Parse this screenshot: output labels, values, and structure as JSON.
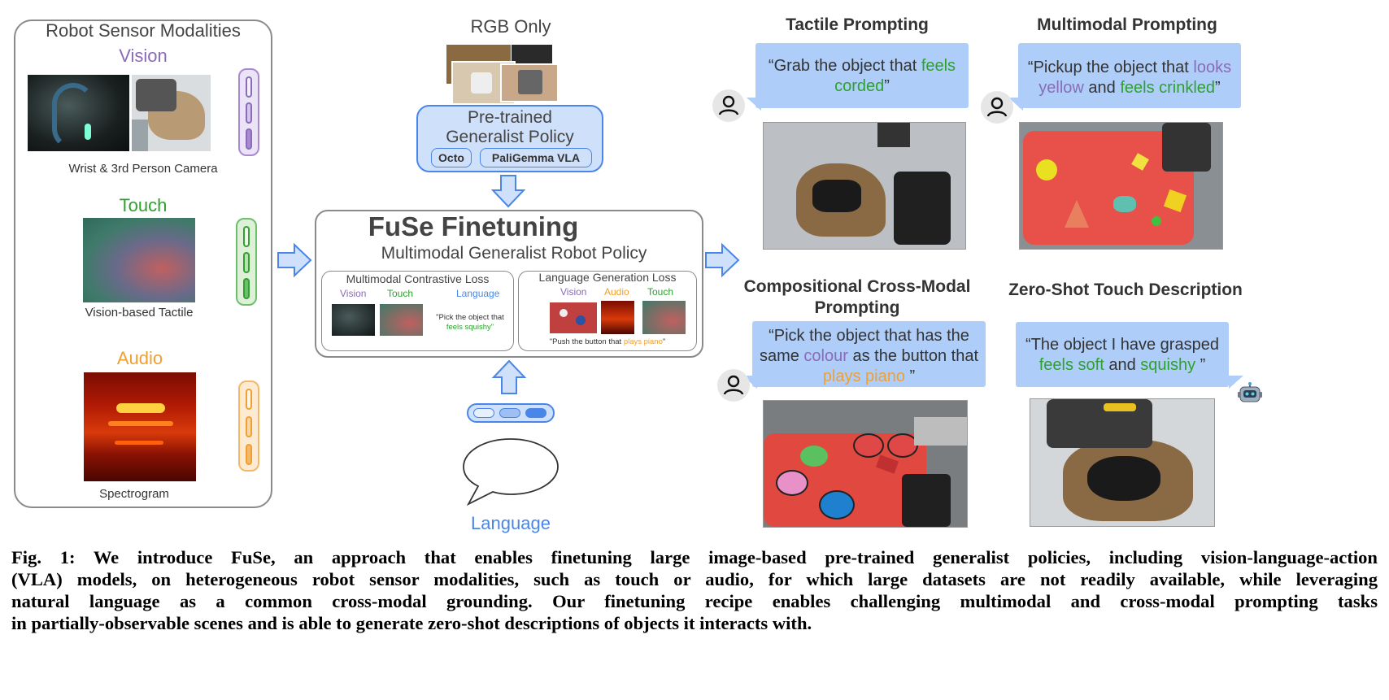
{
  "left_panel": {
    "title": "Robot Sensor Modalities",
    "vision": {
      "label": "Vision",
      "caption": "Wrist & 3rd Person Camera",
      "color": "#8a6bb8"
    },
    "touch": {
      "label": "Touch",
      "caption": "Vision-based Tactile",
      "color": "#2ea12e"
    },
    "audio": {
      "label": "Audio",
      "caption": "Spectrogram",
      "color": "#f0a030"
    }
  },
  "center": {
    "rgb_label": "RGB Only",
    "pretrained": {
      "line1": "Pre-trained",
      "line2": "Generalist Policy",
      "tags": [
        "Octo",
        "PaliGemma VLA"
      ]
    },
    "fuse": {
      "title": "FuSe Finetuning",
      "subtitle": "Multimodal Generalist Robot Policy",
      "contrastive": {
        "title": "Multimodal Contrastive Loss",
        "labels": [
          "Vision",
          "Touch",
          "Language"
        ],
        "quote_line1": "\"Pick the object that",
        "quote_line2": "feels squishy\""
      },
      "generation": {
        "title": "Language Generation Loss",
        "labels": [
          "Vision",
          "Audio",
          "Touch"
        ],
        "quote_prefix": "\"Push the button that ",
        "quote_highlight": "plays piano",
        "quote_suffix": "\""
      }
    },
    "language_label": "Language"
  },
  "right": {
    "tactile": {
      "heading": "Tactile Prompting",
      "quote_prefix": "“Grab the object that ",
      "quote_green": "feels",
      "quote_green2": "corded",
      "quote_suffix": "”"
    },
    "multimodal": {
      "heading": "Multimodal Prompting",
      "q1": "“Pickup the object that ",
      "q_purple1": "looks",
      "q_purple2": "yellow",
      "q_mid": " and ",
      "q_green": "feels crinkled",
      "q_end": "”"
    },
    "compositional": {
      "heading_line1": "Compositional Cross-Modal",
      "heading_line2": "Prompting",
      "l1": "“Pick the object that has the",
      "l2a": "same ",
      "l2_purple": "colour",
      "l2b": " as the button that",
      "l3_orange": "plays piano",
      "l3_end": " ”"
    },
    "zeroshot": {
      "heading": "Zero-Shot Touch Description",
      "l1": "“The object I have grasped",
      "l2_green1": "feels soft",
      "l2_mid": " and ",
      "l2_green2": "squishy",
      "l2_end": " ”"
    }
  },
  "caption": {
    "lines": [
      "Fig. 1: We introduce FuSe, an approach that enables finetuning large image-based pre-trained generalist policies, including vision-language-action",
      "(VLA) models, on heterogeneous robot sensor modalities, such as touch or audio, for which large datasets are not readily available, while leveraging",
      "natural language as a common cross-modal grounding. Our finetuning recipe enables challenging multimodal and cross-modal prompting tasks",
      "in partially-observable scenes and is able to generate zero-shot descriptions of objects it interacts with."
    ]
  },
  "colors": {
    "blue": "#4a86e8",
    "light_blue": "#aecdf8",
    "green": "#2ea12e",
    "purple": "#8a6bb8",
    "orange": "#f0a030"
  }
}
